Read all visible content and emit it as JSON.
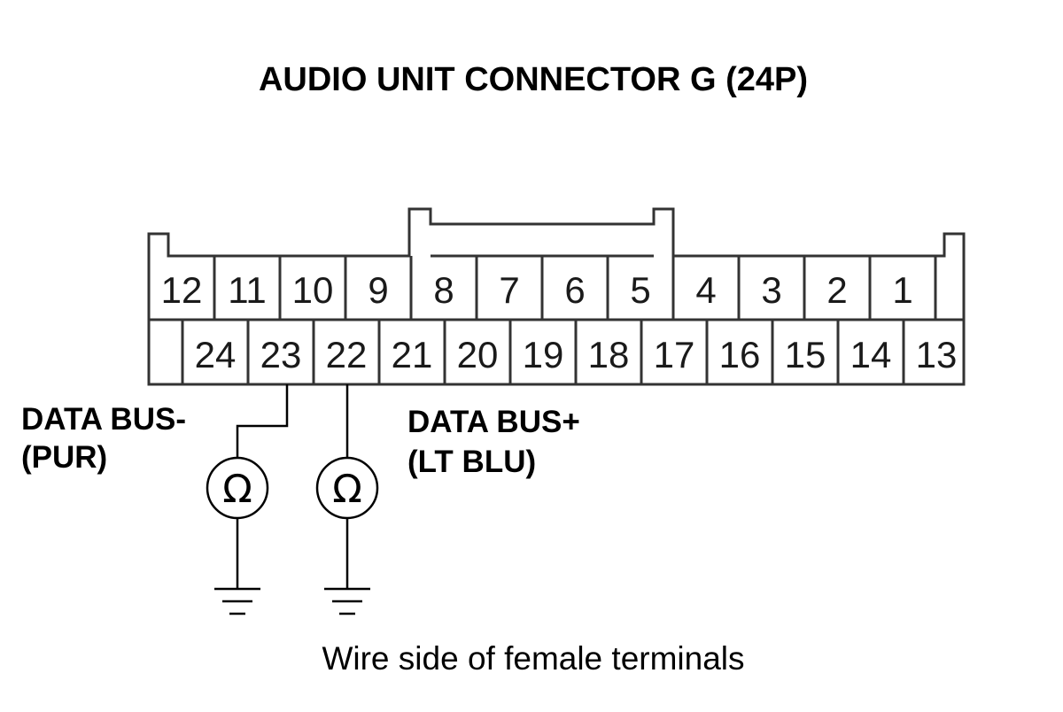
{
  "title": "AUDIO UNIT CONNECTOR G (24P)",
  "connector": {
    "top_row": [
      "12",
      "11",
      "10",
      "9",
      "8",
      "7",
      "6",
      "5",
      "4",
      "3",
      "2",
      "1"
    ],
    "bottom_row": [
      "24",
      "23",
      "22",
      "21",
      "20",
      "19",
      "18",
      "17",
      "16",
      "15",
      "14",
      "13"
    ]
  },
  "probes": [
    {
      "terminal": "23",
      "label_line1": "DATA BUS-",
      "label_line2": "(PUR)",
      "meter_symbol": "Ω"
    },
    {
      "terminal": "22",
      "label_line1": "DATA BUS+",
      "label_line2": "(LT BLU)",
      "meter_symbol": "Ω"
    }
  ],
  "caption": "Wire side of female terminals"
}
